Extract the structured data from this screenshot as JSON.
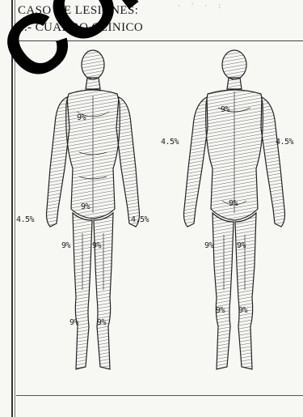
{
  "header": {
    "line1": "CASO DE LESIONES:",
    "line2": "1.- CUADRO CLINICO"
  },
  "stamp": {
    "text": "COPY"
  },
  "figures": {
    "front": {
      "labels": {
        "chest": "9%",
        "abdomen": "9%",
        "left_arm": "4.5%",
        "right_arm": "4.5%",
        "left_thigh": "9%",
        "right_thigh": "9%",
        "left_leg": "9%",
        "right_leg": "9%"
      }
    },
    "back": {
      "labels": {
        "upper_back": "9%",
        "lower_back": "9%",
        "left_arm": "4.5%",
        "right_arm": "4.5%",
        "left_thigh": "9%",
        "right_thigh": "9%",
        "left_leg": "9%",
        "right_leg": "9%"
      }
    }
  }
}
